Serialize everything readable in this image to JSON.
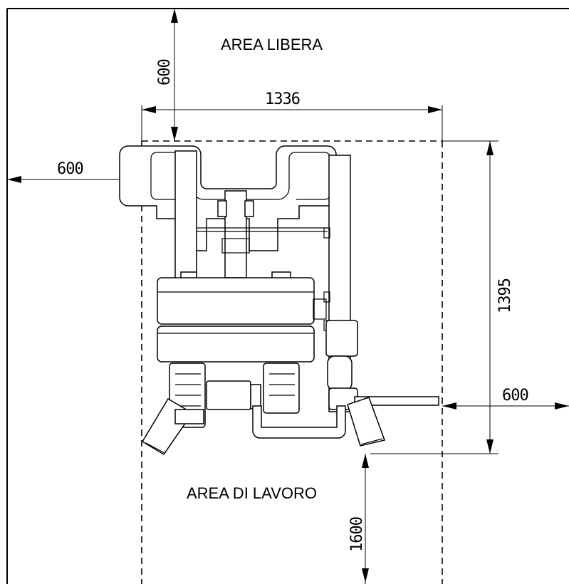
{
  "labels": {
    "free_area": "AREA LIBERA",
    "work_area": "AREA DI LAVORO"
  },
  "dimensions": {
    "top_clearance": "600",
    "width": "1336",
    "left_clearance": "600",
    "depth": "1395",
    "right_clearance": "600",
    "work_area_depth": "1600"
  },
  "colors": {
    "line": "#000000",
    "background": "#ffffff"
  }
}
